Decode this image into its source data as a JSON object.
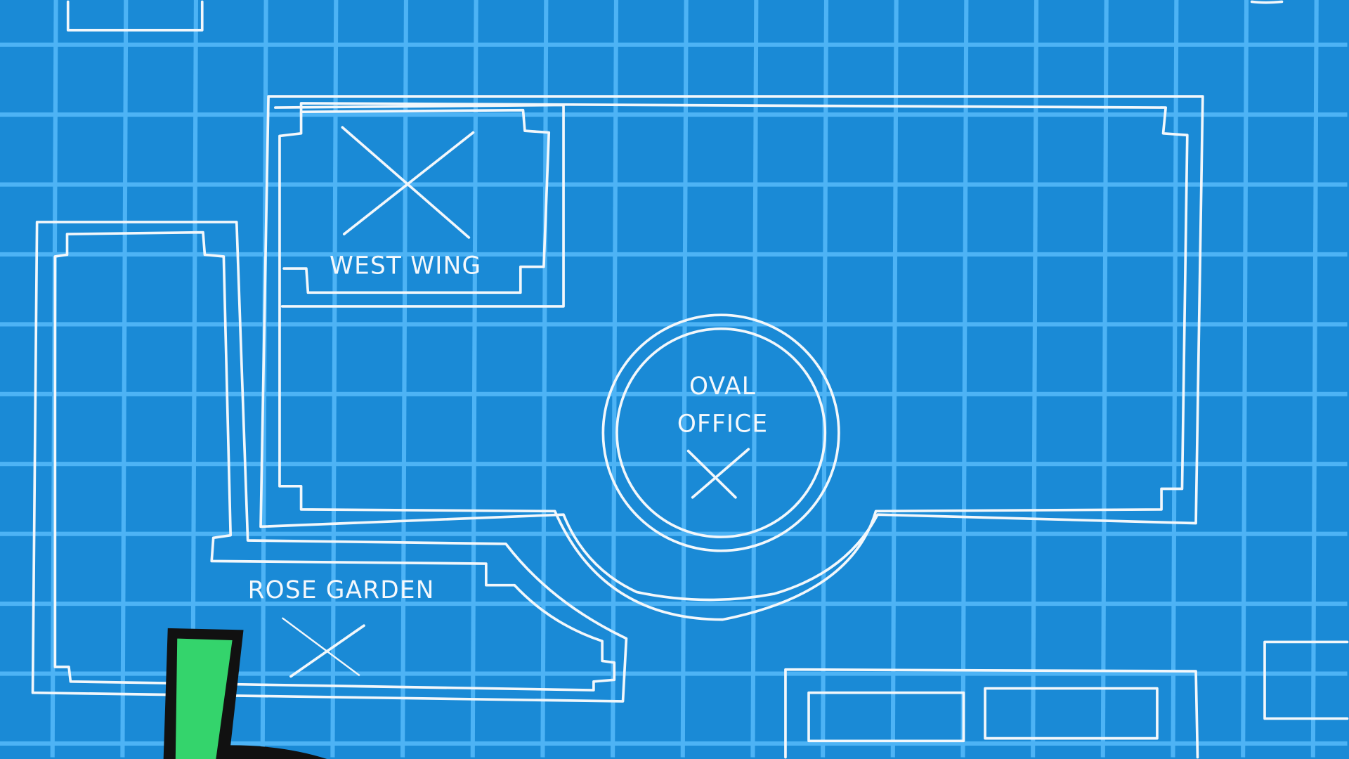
{
  "blueprint": {
    "rooms": [
      {
        "label": "WEST WING"
      },
      {
        "label": "OVAL"
      },
      {
        "label": "OFFICE"
      },
      {
        "label": "ROSE GARDEN"
      }
    ]
  },
  "colors": {
    "background": "#1a8ad6",
    "grid": "#4db3f5",
    "lines": "#f2f7fb",
    "character_green": "#34d46c"
  }
}
